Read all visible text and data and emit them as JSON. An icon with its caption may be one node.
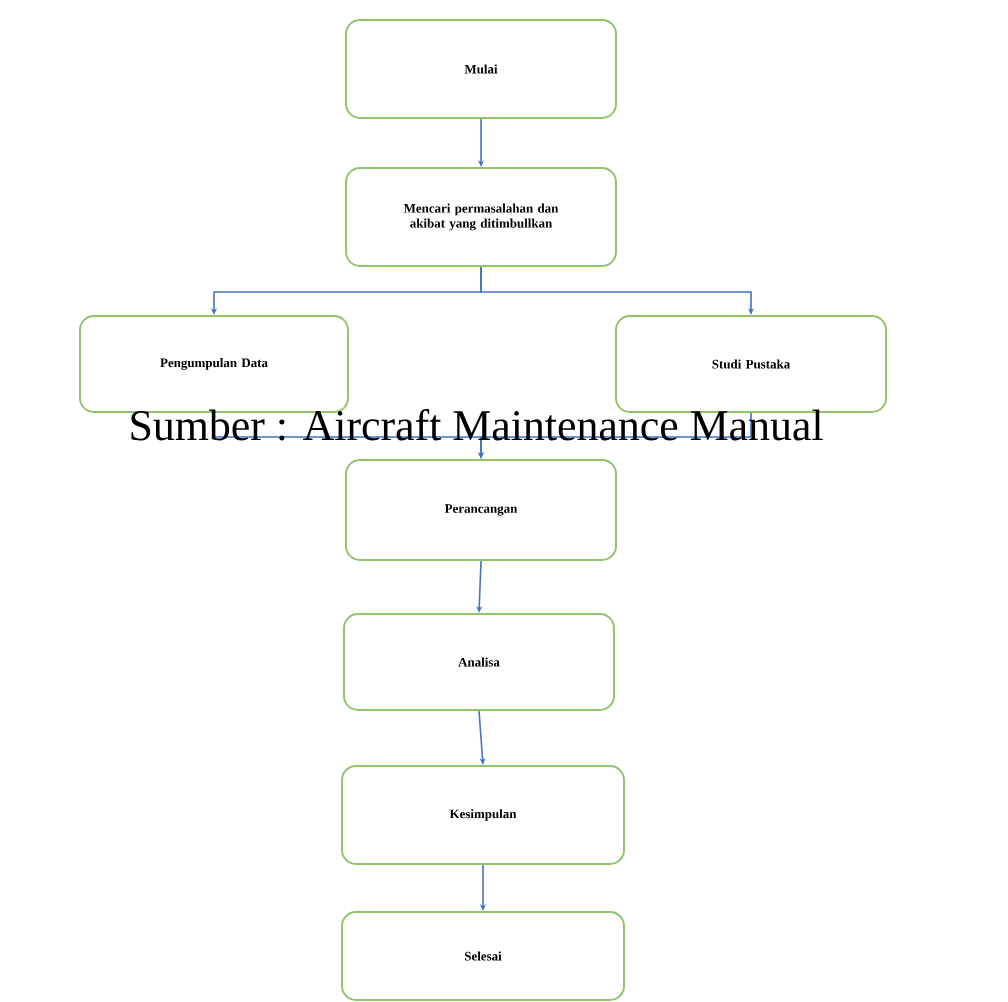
{
  "diagram": {
    "caption": "Sumber : Aircraft Maintenance Manual",
    "nodes": [
      {
        "text": [
          "Mulai"
        ]
      },
      {
        "text": [
          "Mencari permasalahan dan akibat yang ditimbullkan"
        ]
      },
      {
        "text": [
          "Pengumpulan Data"
        ]
      },
      {
        "text": [
          "Studi Pustaka"
        ]
      },
      {
        "text": [
          "Perancangan"
        ]
      },
      {
        "text": [
          "Analisa"
        ]
      },
      {
        "text": [
          "Kesimpulan"
        ]
      },
      {
        "text": [
          "Selesai"
        ]
      }
    ],
    "edges": [
      {
        "from": 0,
        "to": 1,
        "arrow": "to"
      },
      {
        "from": 1,
        "to": 2,
        "arrow": "to"
      },
      {
        "from": 1,
        "to": 3,
        "arrow": "to"
      },
      {
        "from": 2,
        "to": 4,
        "arrow": "to"
      },
      {
        "from": 3,
        "to": 4,
        "arrow": "to"
      },
      {
        "from": 4,
        "to": 5,
        "arrow": "to"
      },
      {
        "from": 5,
        "to": 6,
        "arrow": "to"
      },
      {
        "from": 6,
        "to": 7,
        "arrow": "to"
      }
    ]
  }
}
